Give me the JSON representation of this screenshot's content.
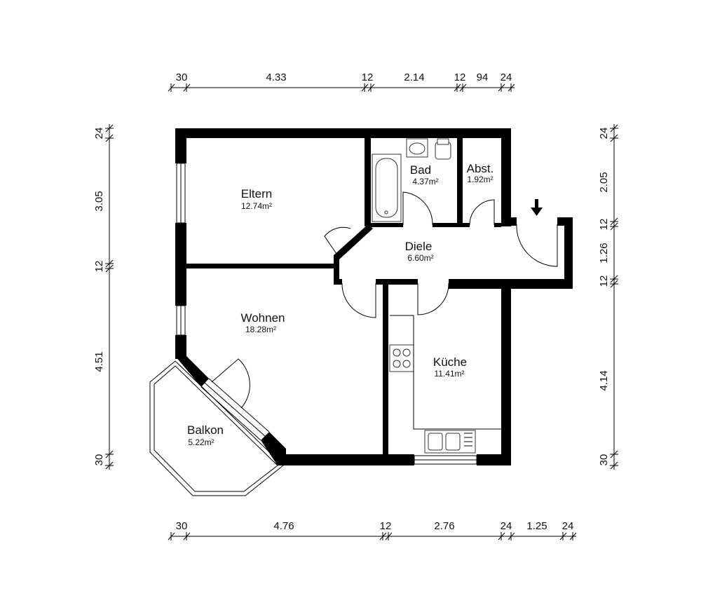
{
  "rooms": {
    "eltern": {
      "name": "Eltern",
      "area": "12.74m²"
    },
    "bad": {
      "name": "Bad",
      "area": "4.37m²"
    },
    "abst": {
      "name": "Abst.",
      "area": "1.92m²"
    },
    "diele": {
      "name": "Diele",
      "area": "6.60m²"
    },
    "wohnen": {
      "name": "Wohnen",
      "area": "18.28m²"
    },
    "kueche": {
      "name": "Küche",
      "area": "11.41m²"
    },
    "balkon": {
      "name": "Balkon",
      "area": "5.22m²"
    }
  },
  "dimensions": {
    "top": [
      "30",
      "4.33",
      "12",
      "2.14",
      "12",
      "94",
      "24"
    ],
    "bottom": [
      "30",
      "4.76",
      "12",
      "2.76",
      "24",
      "1.25",
      "24"
    ],
    "left": [
      "24",
      "3.05",
      "12",
      "4.51",
      "30"
    ],
    "right": [
      "24",
      "2.05",
      "12",
      "1.26",
      "12",
      "4.14",
      "30"
    ]
  },
  "icons": {
    "entrance": "entrance-arrow-icon"
  }
}
